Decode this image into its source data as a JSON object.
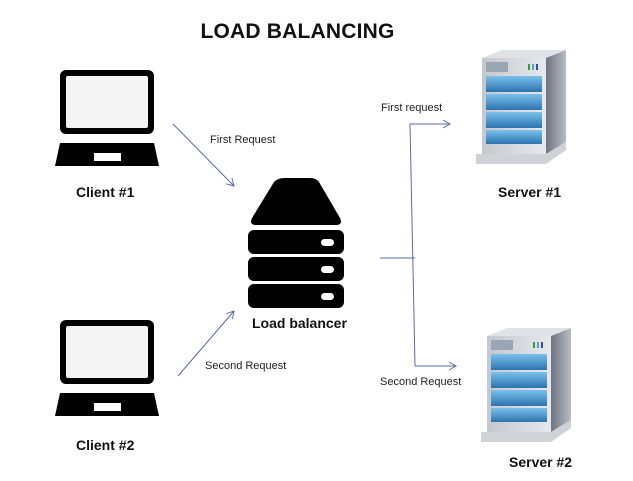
{
  "title": "LOAD BALANCING",
  "nodes": {
    "client1": {
      "label": "Client #1",
      "icon": "laptop-icon"
    },
    "client2": {
      "label": "Client #2",
      "icon": "laptop-icon"
    },
    "balancer": {
      "label": "Load balancer",
      "icon": "server-stack-icon"
    },
    "server1": {
      "label": "Server #1",
      "icon": "server-tower-icon"
    },
    "server2": {
      "label": "Server #2",
      "icon": "server-tower-icon"
    }
  },
  "edges": {
    "client1_to_balancer": "First Request",
    "client2_to_balancer": "Second Request",
    "balancer_to_server1": "First request",
    "balancer_to_server2": "Second Request"
  },
  "colors": {
    "arrow": "#5a6aa8",
    "icon": "#000000",
    "server_blue": "#3d8fc8"
  }
}
